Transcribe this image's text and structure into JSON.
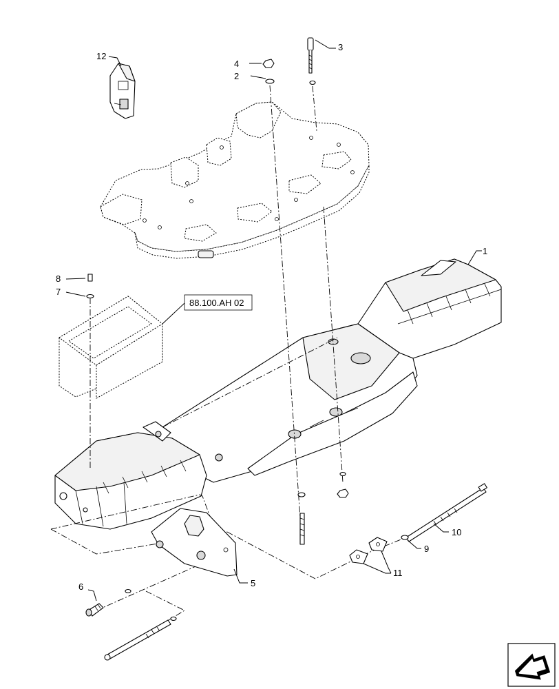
{
  "callouts": {
    "c1": "1",
    "c2": "2",
    "c3": "3",
    "c4": "4",
    "c5": "5",
    "c6": "6",
    "c7": "7",
    "c8": "8",
    "c9": "9",
    "c10": "10",
    "c11": "11",
    "c12": "12"
  },
  "reference_box": "88.100.AH 02",
  "icons": {
    "corner": "next-page-arrow-icon"
  }
}
